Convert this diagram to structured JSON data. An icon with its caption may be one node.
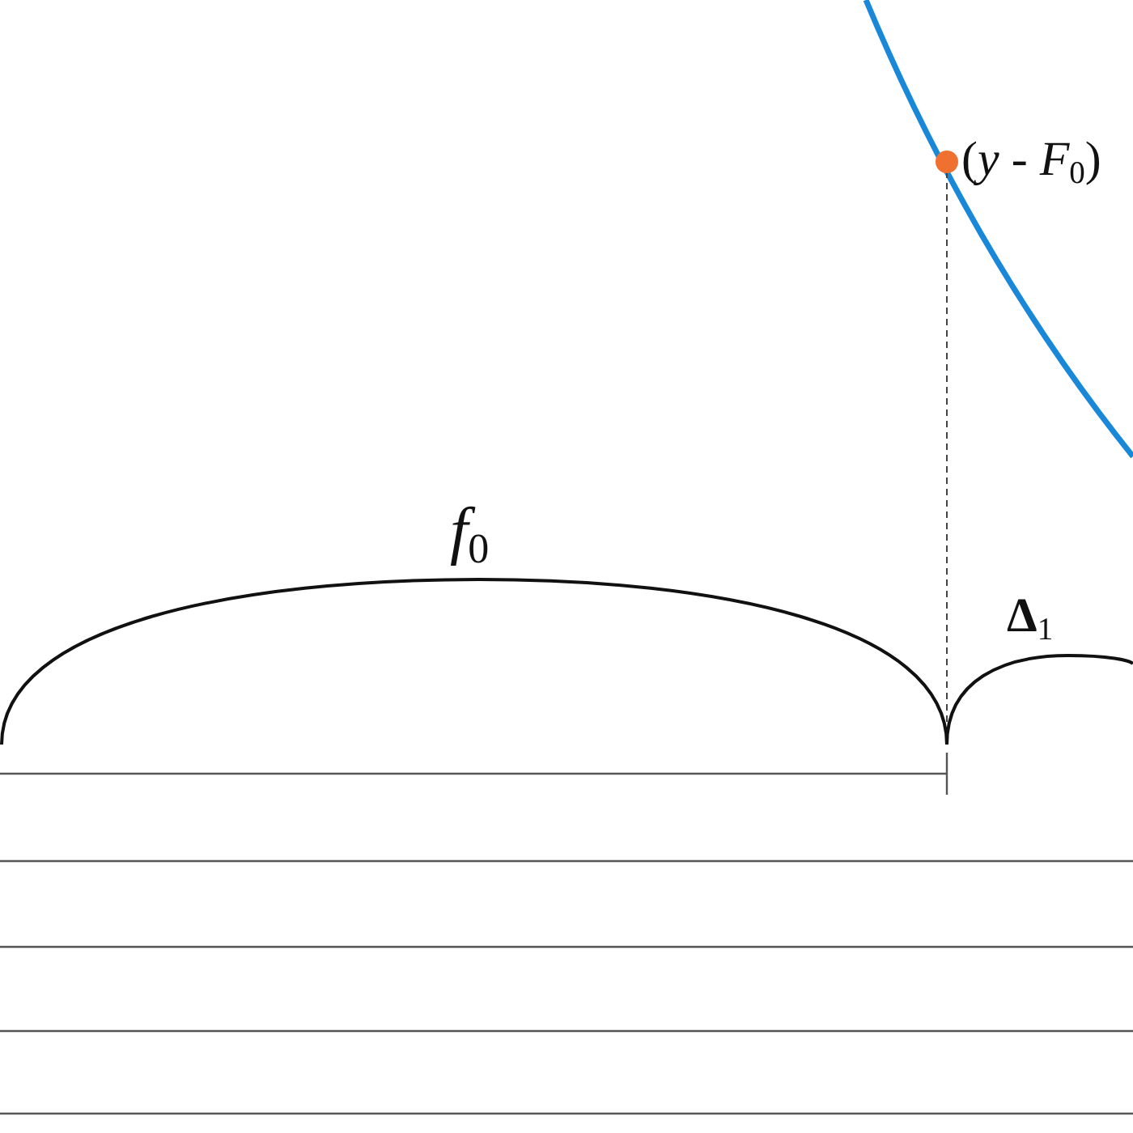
{
  "diagram": {
    "labels": [
      "(*y* - *F*$_{0}$)",
      "*f*$_{0}$",
      "**Δ**$_{1}$"
    ]
  }
}
